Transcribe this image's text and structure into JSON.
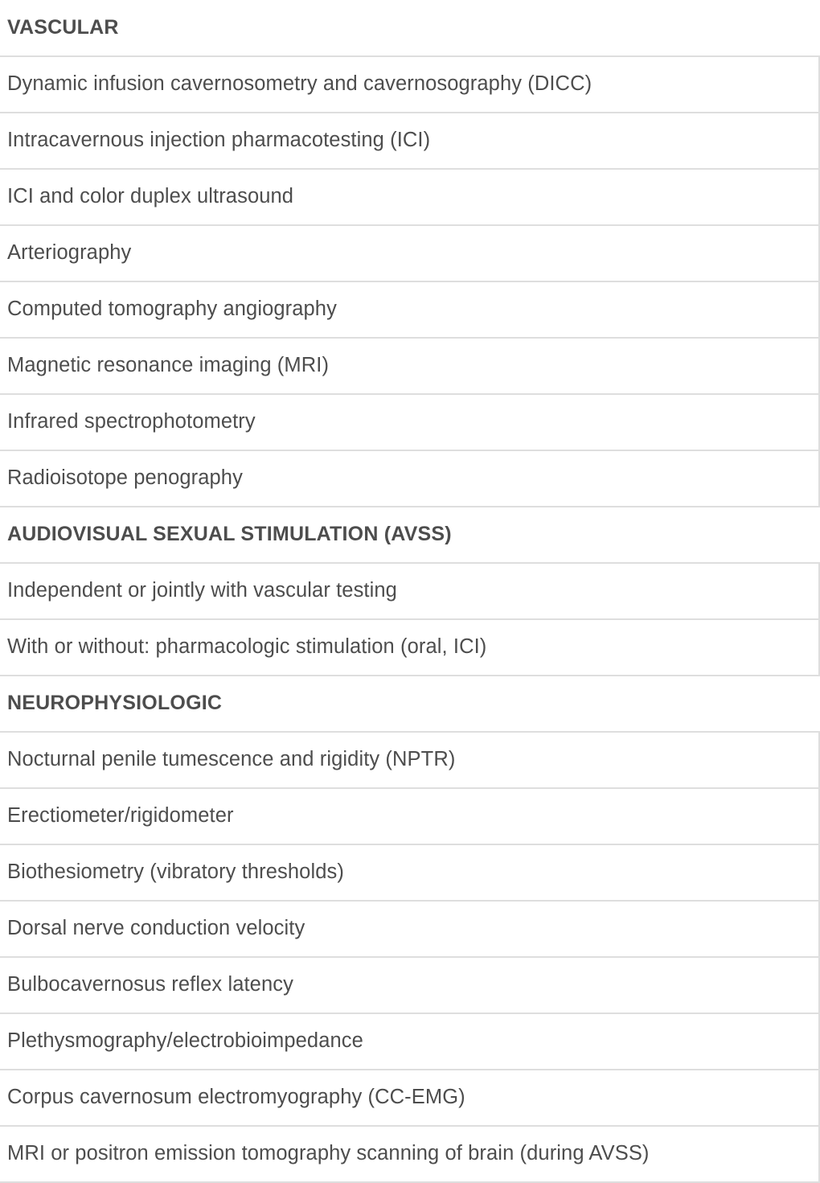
{
  "document": {
    "type": "table",
    "colors": {
      "text": "#4d4d4d",
      "rule": "#dedede",
      "background": "#ffffff"
    },
    "rows": [
      {
        "kind": "section-header",
        "label": "VASCULAR"
      },
      {
        "kind": "item",
        "label": "Dynamic infusion cavernosometry and cavernosography (DICC)"
      },
      {
        "kind": "item",
        "label": "Intracavernous injection pharmacotesting (ICI)"
      },
      {
        "kind": "item",
        "label": "ICI and color duplex ultrasound"
      },
      {
        "kind": "item",
        "label": "Arteriography"
      },
      {
        "kind": "item",
        "label": "Computed tomography angiography"
      },
      {
        "kind": "item",
        "label": "Magnetic resonance imaging (MRI)"
      },
      {
        "kind": "item",
        "label": "Infrared spectrophotometry"
      },
      {
        "kind": "item",
        "label": "Radioisotope penography"
      },
      {
        "kind": "section-header",
        "label": "AUDIOVISUAL SEXUAL STIMULATION (AVSS)"
      },
      {
        "kind": "item",
        "label": "Independent or jointly with vascular testing"
      },
      {
        "kind": "item",
        "label": "With or without: pharmacologic stimulation (oral, ICI)"
      },
      {
        "kind": "section-header",
        "label": "NEUROPHYSIOLOGIC"
      },
      {
        "kind": "item",
        "label": "Nocturnal penile tumescence and rigidity (NPTR)"
      },
      {
        "kind": "item",
        "label": "Erectiometer/rigidometer"
      },
      {
        "kind": "item",
        "label": "Biothesiometry (vibratory thresholds)"
      },
      {
        "kind": "item",
        "label": "Dorsal nerve conduction velocity"
      },
      {
        "kind": "item",
        "label": "Bulbocavernosus reflex latency"
      },
      {
        "kind": "item",
        "label": "Plethysmography/electrobioimpedance"
      },
      {
        "kind": "item",
        "label": "Corpus cavernosum electromyography (CC-EMG)"
      },
      {
        "kind": "item",
        "label": "MRI or positron emission tomography scanning of brain (during AVSS)"
      }
    ]
  }
}
